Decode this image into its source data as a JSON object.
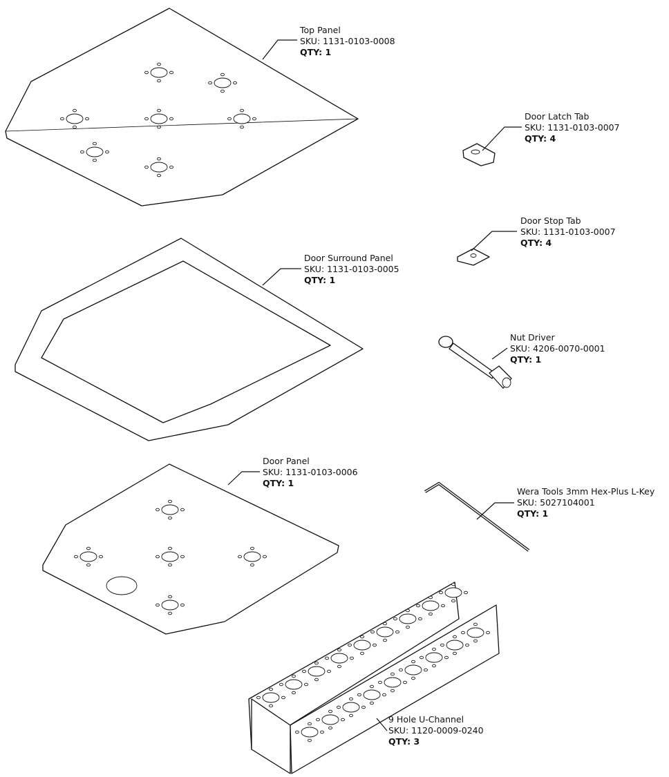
{
  "parts": [
    {
      "name": "Top Panel",
      "sku": "SKU: 1131-0103-0008",
      "qty": "QTY: 1"
    },
    {
      "name": "Door Latch Tab",
      "sku": "SKU: 1131-0103-0007",
      "qty": "QTY: 4"
    },
    {
      "name": "Door Stop Tab",
      "sku": "SKU: 1131-0103-0007",
      "qty": "QTY: 4"
    },
    {
      "name": "Door Surround Panel",
      "sku": "SKU: 1131-0103-0005",
      "qty": "QTY: 1"
    },
    {
      "name": "Nut Driver",
      "sku": "SKU: 4206-0070-0001",
      "qty": "QTY: 1"
    },
    {
      "name": "Door Panel",
      "sku": "SKU: 1131-0103-0006",
      "qty": "QTY: 1"
    },
    {
      "name": "Wera Tools 3mm Hex-Plus L-Key",
      "sku": "SKU: 5027104001",
      "qty": "QTY: 1"
    },
    {
      "name": "9 Hole U-Channel",
      "sku": "SKU: 1120-0009-0240",
      "qty": "QTY: 3"
    }
  ]
}
